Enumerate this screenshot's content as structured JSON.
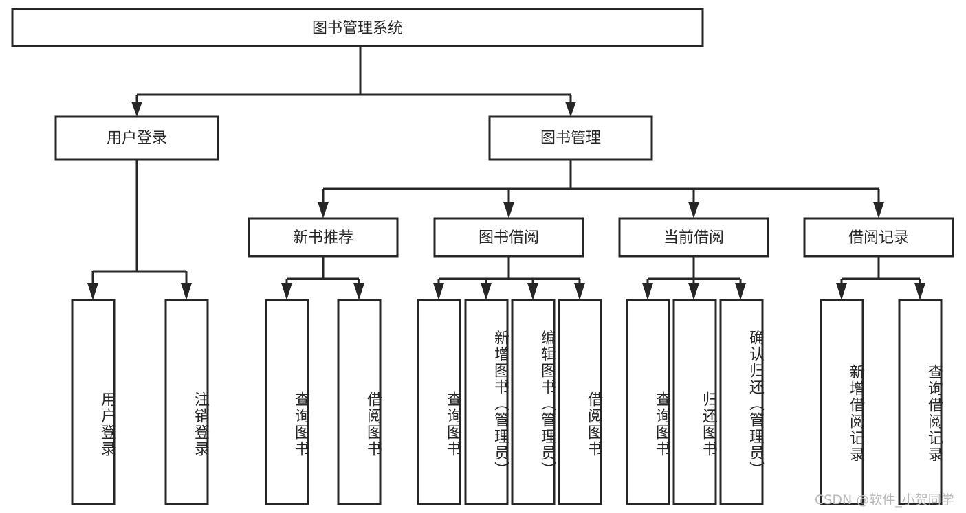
{
  "diagram": {
    "type": "tree-hierarchy",
    "title": "图书管理系统",
    "root": {
      "id": "root",
      "label": "图书管理系统",
      "orientation": "horizontal"
    },
    "level2": [
      {
        "id": "user-login",
        "label": "用户登录",
        "orientation": "horizontal"
      },
      {
        "id": "book-management",
        "label": "图书管理",
        "orientation": "horizontal"
      }
    ],
    "level3": [
      {
        "id": "new-book-recommend",
        "label": "新书推荐",
        "parent": "book-management",
        "orientation": "horizontal"
      },
      {
        "id": "book-borrow",
        "label": "图书借阅",
        "parent": "book-management",
        "orientation": "horizontal"
      },
      {
        "id": "current-borrow",
        "label": "当前借阅",
        "parent": "book-management",
        "orientation": "horizontal"
      },
      {
        "id": "borrow-record",
        "label": "借阅记录",
        "parent": "book-management",
        "orientation": "horizontal"
      }
    ],
    "leaves": [
      {
        "id": "leaf-user-login",
        "label": "用户登录",
        "parent": "user-login",
        "orientation": "vertical"
      },
      {
        "id": "leaf-logout-login",
        "label": "注销登录",
        "parent": "user-login",
        "orientation": "vertical"
      },
      {
        "id": "leaf-query-book-1",
        "label": "查询图书",
        "parent": "new-book-recommend",
        "orientation": "vertical"
      },
      {
        "id": "leaf-borrow-book-1",
        "label": "借阅图书",
        "parent": "new-book-recommend",
        "orientation": "vertical"
      },
      {
        "id": "leaf-query-book-2",
        "label": "查询图书",
        "parent": "book-borrow",
        "orientation": "vertical"
      },
      {
        "id": "leaf-add-book",
        "label": "新增图书（管理员）",
        "parent": "book-borrow",
        "orientation": "vertical"
      },
      {
        "id": "leaf-edit-book",
        "label": "编辑图书（管理员）",
        "parent": "book-borrow",
        "orientation": "vertical"
      },
      {
        "id": "leaf-borrow-book-2",
        "label": "借阅图书",
        "parent": "book-borrow",
        "orientation": "vertical"
      },
      {
        "id": "leaf-query-book-3",
        "label": "查询图书",
        "parent": "current-borrow",
        "orientation": "vertical"
      },
      {
        "id": "leaf-return-book",
        "label": "归还图书",
        "parent": "current-borrow",
        "orientation": "vertical"
      },
      {
        "id": "leaf-confirm-return",
        "label": "确认归还（管理员）",
        "parent": "current-borrow",
        "orientation": "vertical"
      },
      {
        "id": "leaf-add-record",
        "label": "新增借阅记录",
        "parent": "borrow-record",
        "orientation": "vertical"
      },
      {
        "id": "leaf-query-record",
        "label": "查询借阅记录",
        "parent": "borrow-record",
        "orientation": "vertical"
      }
    ],
    "colors": {
      "box_stroke": "#262626",
      "box_fill": "#ffffff",
      "text": "#262626",
      "connector": "#262626",
      "background": "#ffffff",
      "watermark": "#b8b8b8"
    }
  },
  "watermark": {
    "text": "CSDN @软件_小贺同学"
  }
}
